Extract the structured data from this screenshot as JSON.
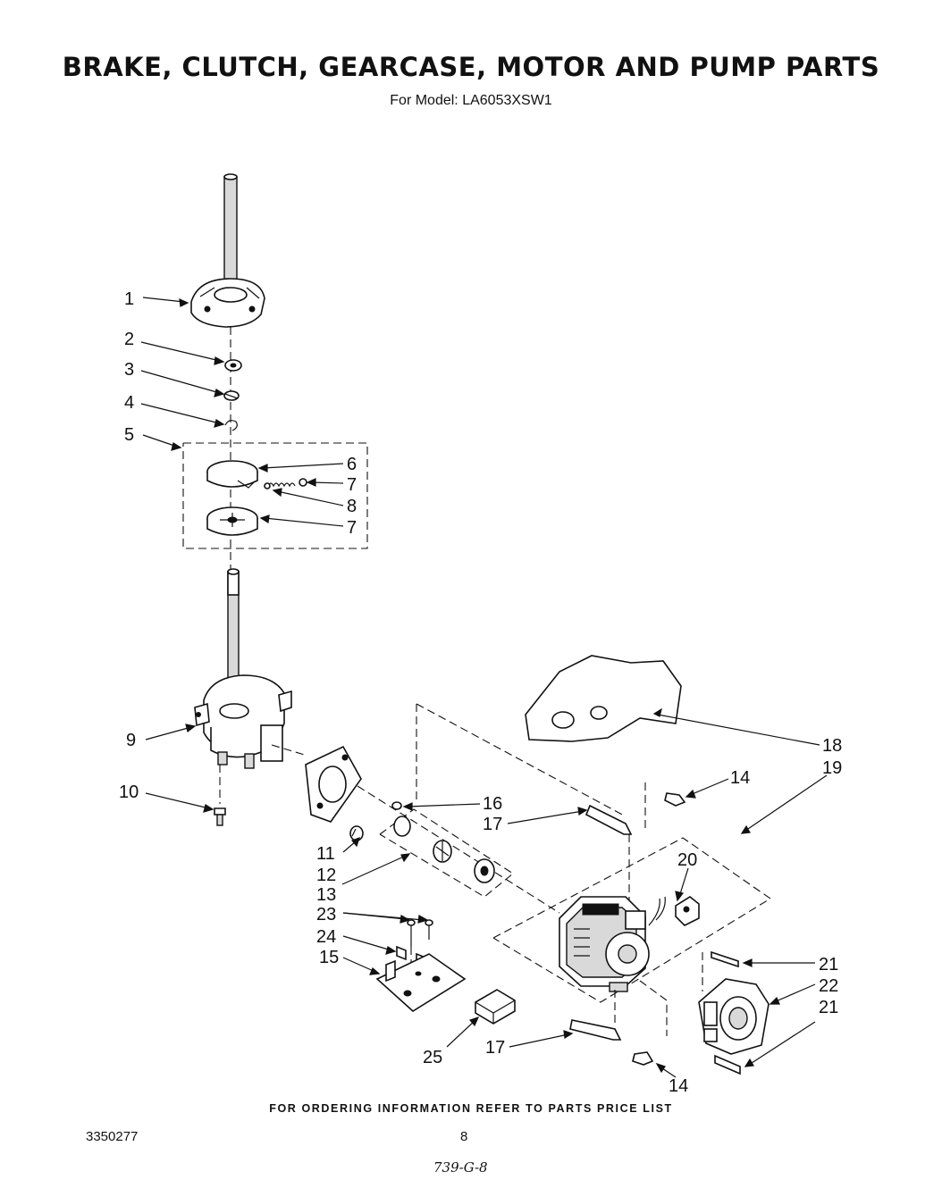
{
  "header": {
    "title": "BRAKE, CLUTCH, GEARCASE, MOTOR AND PUMP PARTS",
    "subtitle": "For Model: LA6053XSW1"
  },
  "callouts": {
    "c1": "1",
    "c2": "2",
    "c3": "3",
    "c4": "4",
    "c5": "5",
    "c6": "6",
    "c7a": "7",
    "c8": "8",
    "c7b": "7",
    "c9": "9",
    "c10": "10",
    "c11": "11",
    "c12": "12",
    "c13": "13",
    "c14a": "14",
    "c16": "16",
    "c17a": "17",
    "c18": "18",
    "c19": "19",
    "c20": "20",
    "c21a": "21",
    "c22": "22",
    "c21b": "21",
    "c23": "23",
    "c24": "24",
    "c15": "15",
    "c25": "25",
    "c17b": "17",
    "c14b": "14"
  },
  "footer": {
    "note": "FOR ORDERING INFORMATION REFER TO PARTS PRICE LIST",
    "doc_number": "3350277",
    "page_number": "8",
    "handwritten": "739-G-8"
  }
}
